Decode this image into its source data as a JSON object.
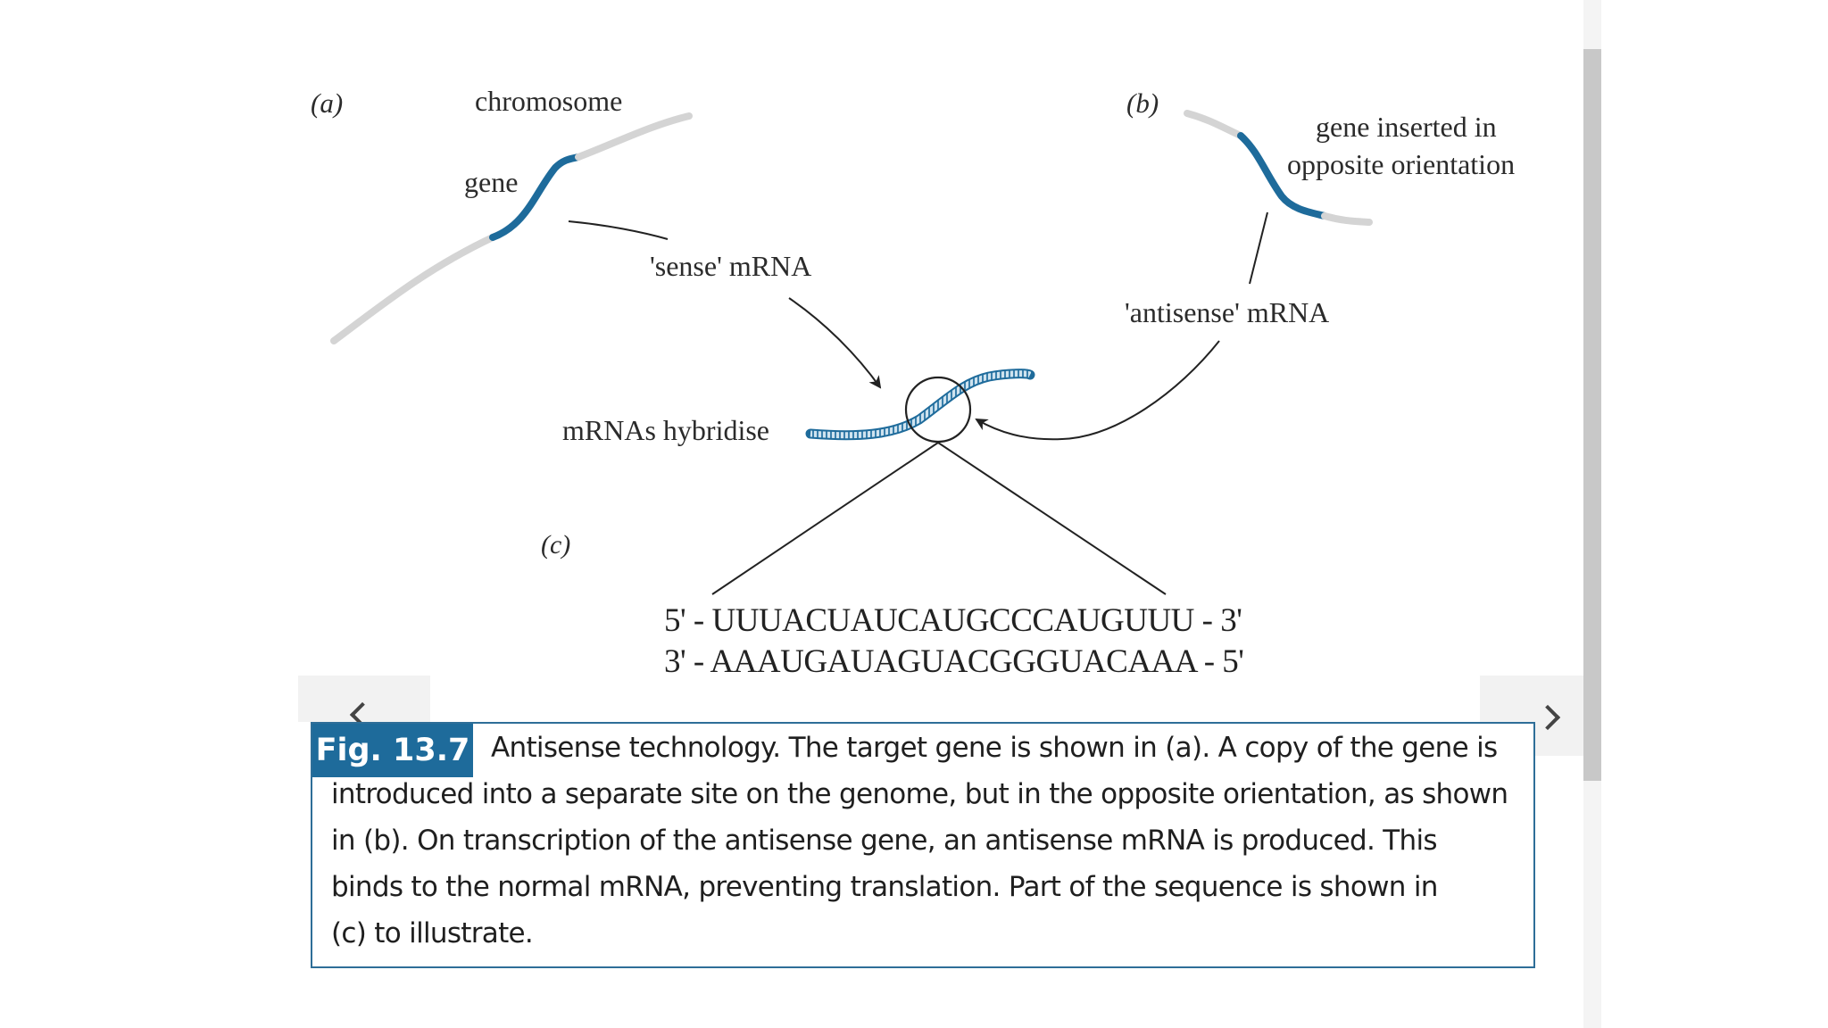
{
  "diagram": {
    "panel_a": {
      "label": "(a)",
      "chromosome_label": "chromosome",
      "gene_label": "gene",
      "sense_label": "'sense' mRNA"
    },
    "panel_b": {
      "label": "(b)",
      "gene_label_line1": "gene inserted in",
      "gene_label_line2": "opposite orientation",
      "antisense_label": "'antisense' mRNA"
    },
    "hybrid_label": "mRNAs hybridise",
    "panel_c": {
      "label": "(c)",
      "seq_top": "5' - UUUACUAUCAUGCCCAUGUUU - 3'",
      "seq_bottom": "3' - AAAUGAUAGUACGGGUACAAA - 5'"
    },
    "colors": {
      "gene_blue": "#1e6b9b",
      "chromosome_grey": "#d4d4d4"
    }
  },
  "caption": {
    "fig_label": "Fig. 13.7",
    "line1": "Antisense technology. The target gene is shown in (a). A copy of the gene is",
    "line2": "introduced into a separate site on the genome, but in the opposite orientation, as shown",
    "line3": "in (b). On transcription of the antisense gene, an antisense mRNA is produced. This",
    "line4": "binds to the normal mRNA, preventing translation. Part of the sequence is shown in",
    "line5": "(c) to illustrate."
  },
  "navigation": {
    "prev_icon": "chevron-left-icon",
    "next_icon": "chevron-right-icon"
  }
}
